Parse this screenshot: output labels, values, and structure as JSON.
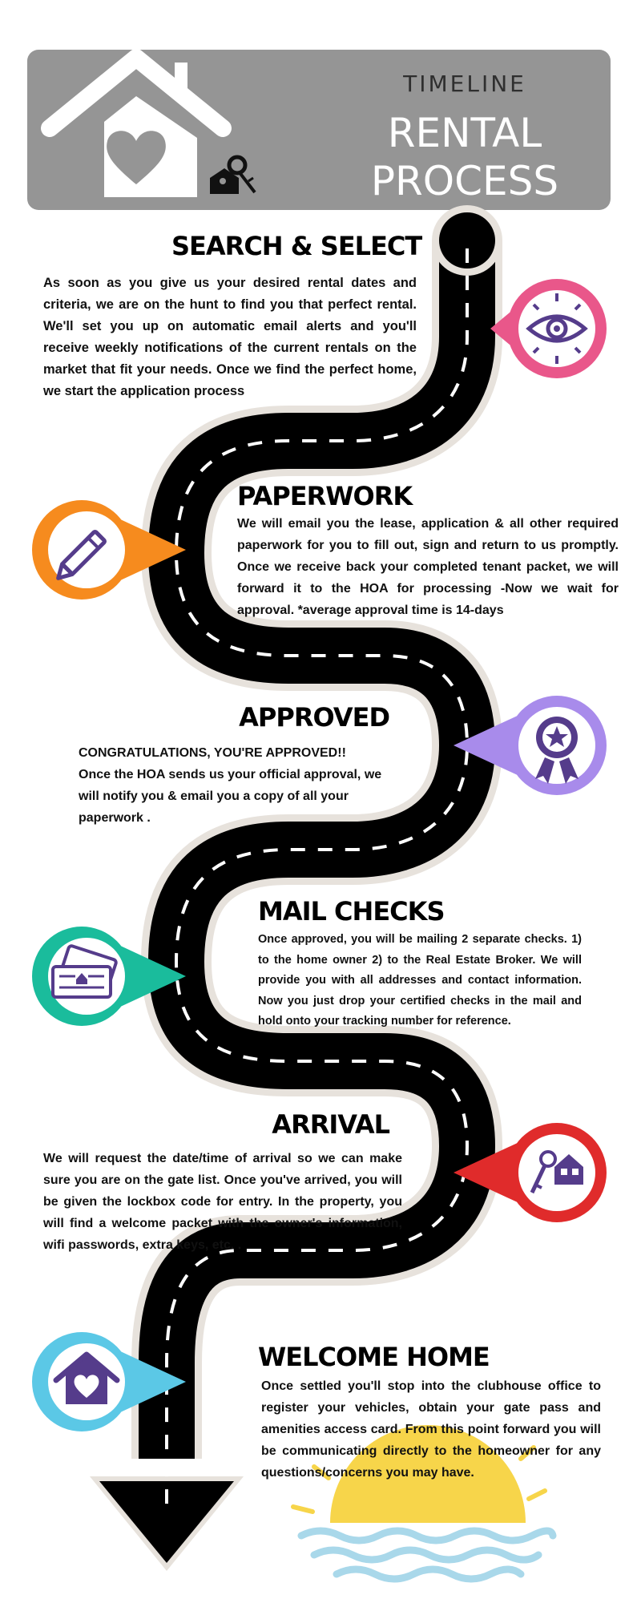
{
  "header": {
    "subtitle": "TIMELINE",
    "title_line1": "RENTAL",
    "title_line2": "PROCESS"
  },
  "steps": [
    {
      "title": "SEARCH & SELECT",
      "body": "As soon as you give us your desired rental dates and criteria, we are on the hunt to find you that perfect rental. We'll set you up on automatic email alerts and you'll receive weekly notifications of the current rentals on the market that fit your needs. Once we find the perfect home, we start the application process",
      "icon": "eye-icon",
      "color": "#E9578A"
    },
    {
      "title": "PAPERWORK",
      "body": "We will email you the lease, application & all other required paperwork for you to fill out, sign and return to us promptly. Once we receive back your completed tenant packet, we will forward it to the HOA for processing -Now we wait for approval. *average approval time is 14-days",
      "icon": "pencil-icon",
      "color": "#F68B1E"
    },
    {
      "title": "APPROVED",
      "heading": "CONGRATULATIONS, YOU'RE APPROVED!!",
      "body": "Once the HOA sends us your official approval, we will notify you & email you a copy of all your paperwork .",
      "icon": "award-ribbon-icon",
      "color": "#A88BEB"
    },
    {
      "title": "MAIL CHECKS",
      "body": "Once approved, you will be mailing 2 separate checks. 1) to the home owner 2) to the Real Estate Broker. We will provide you with all addresses and contact information. Now you just drop your certified checks in the mail and hold onto your tracking number for reference.",
      "icon": "check-envelope-icon",
      "color": "#1ABC9C"
    },
    {
      "title": "ARRIVAL",
      "body": "We will request the date/time of arrival so we can make sure you are on the gate list. Once you've arrived, you will be given the lockbox code for entry. In the property, you will find a welcome packet with the owner's information, wifi passwords, extra keys, etc. .",
      "icon": "house-keys-icon",
      "color": "#E02B2B"
    },
    {
      "title": "WELCOME HOME",
      "body": "Once settled you'll stop into the clubhouse office to register your vehicles, obtain your gate pass and amenities access card. From this point forward you will be communicating directly to the homeowner for any questions/concerns you may have.",
      "icon": "heart-house-icon",
      "color": "#5BC8E6"
    }
  ],
  "colors": {
    "header_bg": "#959595",
    "road": "#000000",
    "road_border": "#E7E2DC",
    "icon_purple": "#553C8B",
    "sun": "#F7D54A",
    "water": "#A9D8EA"
  },
  "icons": {
    "header_house": "house-heart-icon",
    "header_keys": "keys-icon",
    "sunset": "sunset-icon"
  }
}
